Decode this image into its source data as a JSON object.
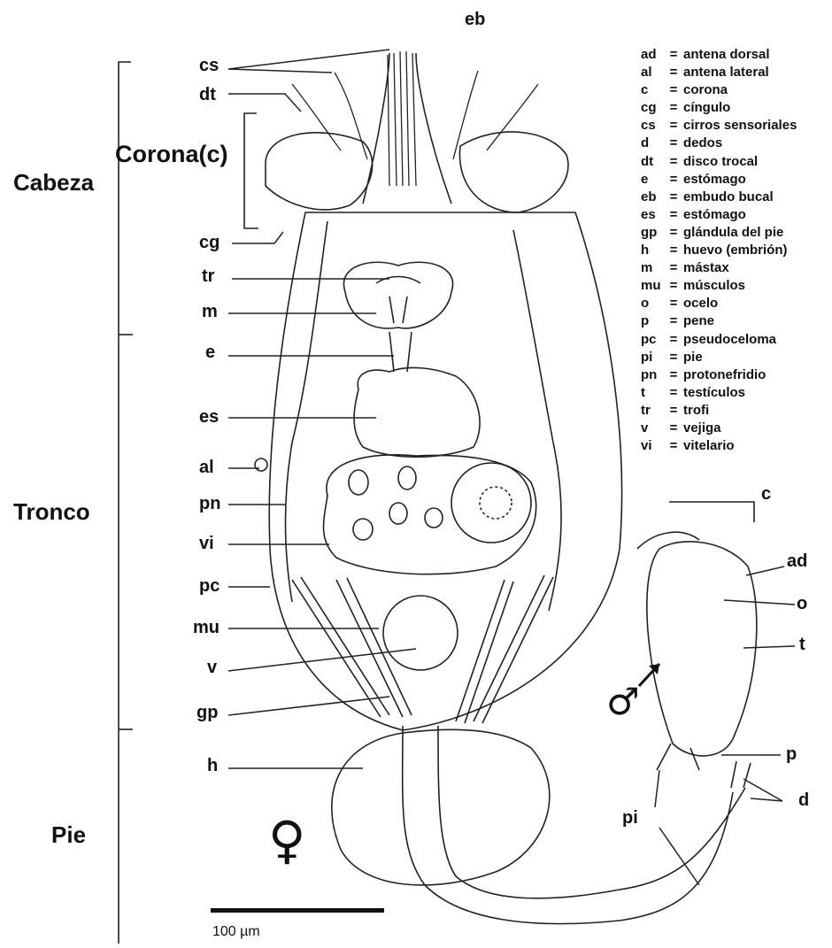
{
  "sections": {
    "cabeza": "Cabeza",
    "tronco": "Tronco",
    "pie": "Pie",
    "corona": "Corona(c)"
  },
  "labels": {
    "eb": "eb",
    "cs": "cs",
    "dt": "dt",
    "cg": "cg",
    "tr": "tr",
    "m": "m",
    "e": "e",
    "es": "es",
    "al": "al",
    "pn": "pn",
    "vi": "vi",
    "pc": "pc",
    "mu": "mu",
    "v": "v",
    "gp": "gp",
    "h": "h",
    "c": "c",
    "ad": "ad",
    "o": "o",
    "t": "t",
    "p": "p",
    "pi": "pi",
    "d": "d"
  },
  "legend": [
    {
      "abbr": "ad",
      "eq": "=",
      "term": "antena dorsal"
    },
    {
      "abbr": "al",
      "eq": "=",
      "term": "antena lateral"
    },
    {
      "abbr": "c",
      "eq": "=",
      "term": "corona"
    },
    {
      "abbr": "cg",
      "eq": "=",
      "term": "cíngulo"
    },
    {
      "abbr": "cs",
      "eq": "=",
      "term": "cirros sensoriales"
    },
    {
      "abbr": "d",
      "eq": "=",
      "term": "dedos"
    },
    {
      "abbr": "dt",
      "eq": "=",
      "term": "disco trocal"
    },
    {
      "abbr": "e",
      "eq": "=",
      "term": "estómago"
    },
    {
      "abbr": "eb",
      "eq": "=",
      "term": "embudo bucal"
    },
    {
      "abbr": "es",
      "eq": "=",
      "term": "estómago"
    },
    {
      "abbr": "gp",
      "eq": "=",
      "term": "glándula del pie"
    },
    {
      "abbr": "h",
      "eq": "=",
      "term": "huevo (embrión)"
    },
    {
      "abbr": "m",
      "eq": "=",
      "term": "mástax"
    },
    {
      "abbr": "mu",
      "eq": "=",
      "term": "músculos"
    },
    {
      "abbr": "o",
      "eq": "=",
      "term": "ocelo"
    },
    {
      "abbr": "p",
      "eq": "=",
      "term": "pene"
    },
    {
      "abbr": "pc",
      "eq": "=",
      "term": "pseudoceloma"
    },
    {
      "abbr": "pi",
      "eq": "=",
      "term": "pie"
    },
    {
      "abbr": "pn",
      "eq": "=",
      "term": "protonefridio"
    },
    {
      "abbr": "t",
      "eq": "=",
      "term": "testículos"
    },
    {
      "abbr": "tr",
      "eq": "=",
      "term": "trofi"
    },
    {
      "abbr": "v",
      "eq": "=",
      "term": "vejiga"
    },
    {
      "abbr": "vi",
      "eq": "=",
      "term": "vitelario"
    }
  ],
  "scale": "100 µm",
  "symbols": {
    "female": "♀",
    "male": "♂"
  }
}
